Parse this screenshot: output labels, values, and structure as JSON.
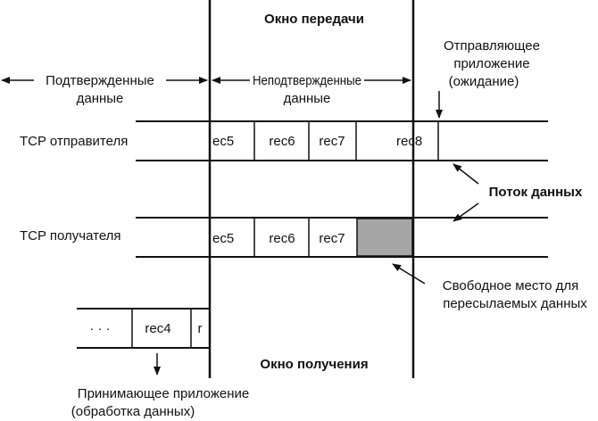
{
  "diagram": {
    "send_window_title": "Окно передачи",
    "receive_window_title": "Окно получения",
    "acknowledged": [
      "Подтвержденные",
      "данные"
    ],
    "unacknowledged": [
      "Неподтвержденные",
      "данные"
    ],
    "sending_app": [
      "Отправляющее",
      "приложение",
      "(ожидание)"
    ],
    "sender_tcp": "TCP отправителя",
    "receiver_tcp": "TCP получателя",
    "data_flow": "Поток данных",
    "free_space": [
      "Свободное место для",
      "пересылаемых данных"
    ],
    "receiving_app": [
      "Принимающее приложение",
      "(обработка данных)"
    ],
    "sender_cells": [
      "ec5",
      "rec6",
      "rec7",
      "rec8"
    ],
    "receiver_cells": [
      "ec5",
      "rec6",
      "rec7"
    ],
    "app_cells": [
      "· · ·",
      "rec4",
      "r"
    ],
    "free_cell_color": "#a6a6a6",
    "line_color": "#111111"
  }
}
